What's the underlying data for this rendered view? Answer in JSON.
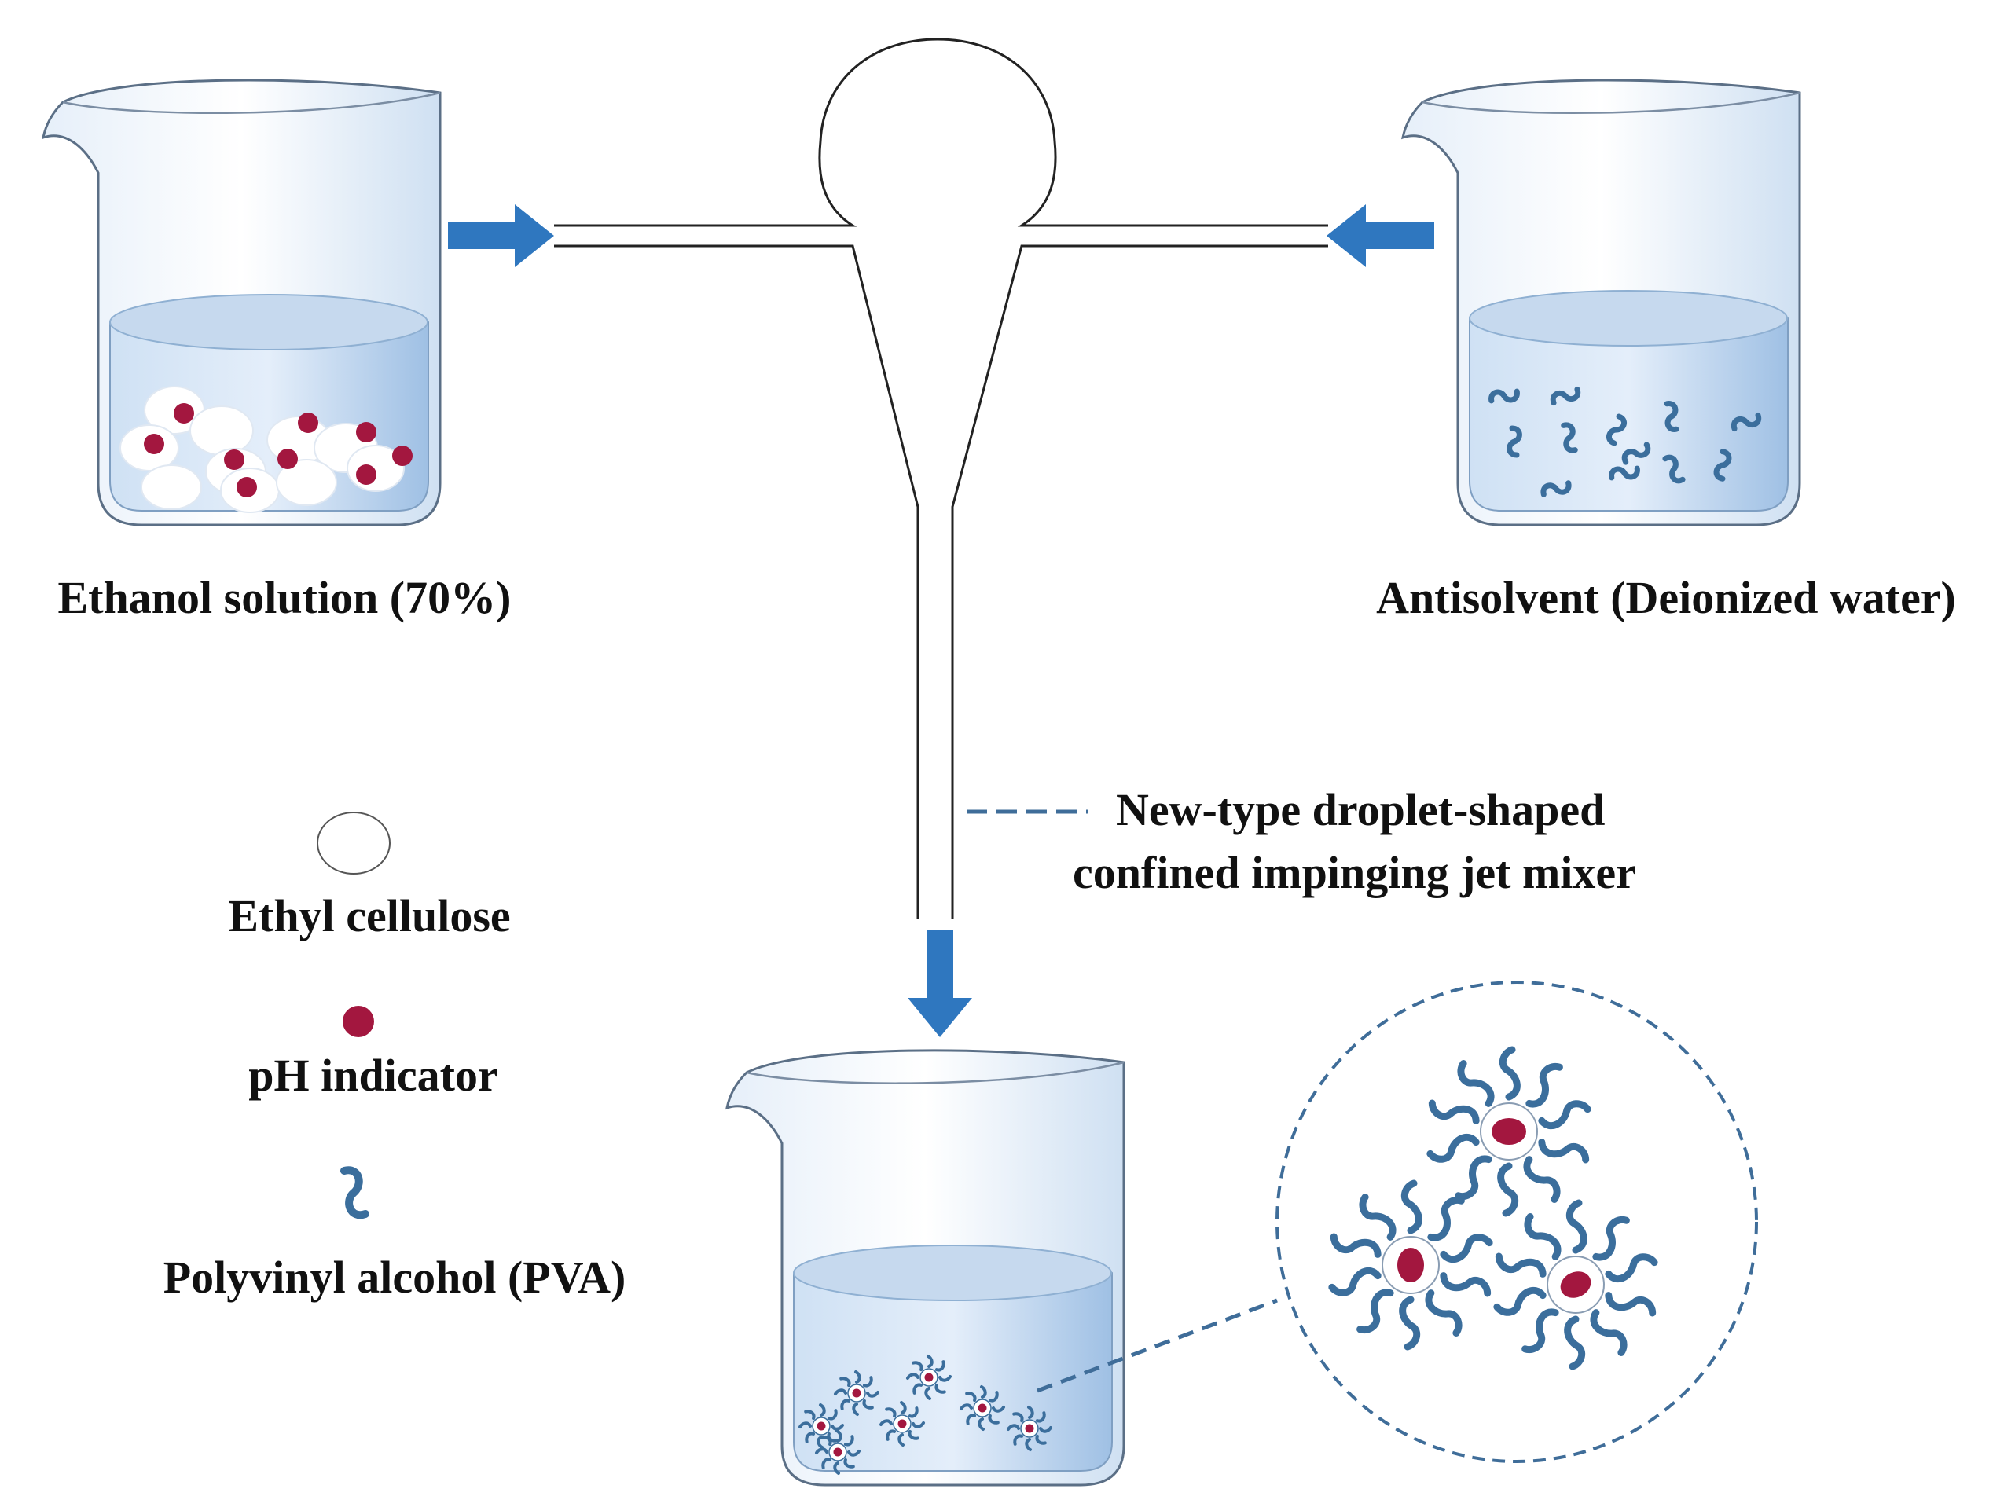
{
  "labels": {
    "ethanol": "Ethanol solution (70%)",
    "antisolvent": "Antisolvent (Deionized water)",
    "mixer_line1": "New-type droplet-shaped",
    "mixer_line2": "confined impinging jet mixer",
    "legend_ethyl": "Ethyl cellulose",
    "legend_ph": "pH indicator",
    "legend_pva": "Polyvinyl alcohol (PVA)"
  },
  "colors": {
    "arrow": "#2f77bf",
    "ph": "#a3173f",
    "pva": "#3b6e9c",
    "water": "#a9c8e8",
    "glass": "#f2f7fc",
    "outline": "#5b6f86",
    "dash": "#3f6d99"
  },
  "icons": {
    "ethyl_cellulose": "white-circle",
    "ph_indicator": "red-dot",
    "pva": "blue-squiggle"
  }
}
